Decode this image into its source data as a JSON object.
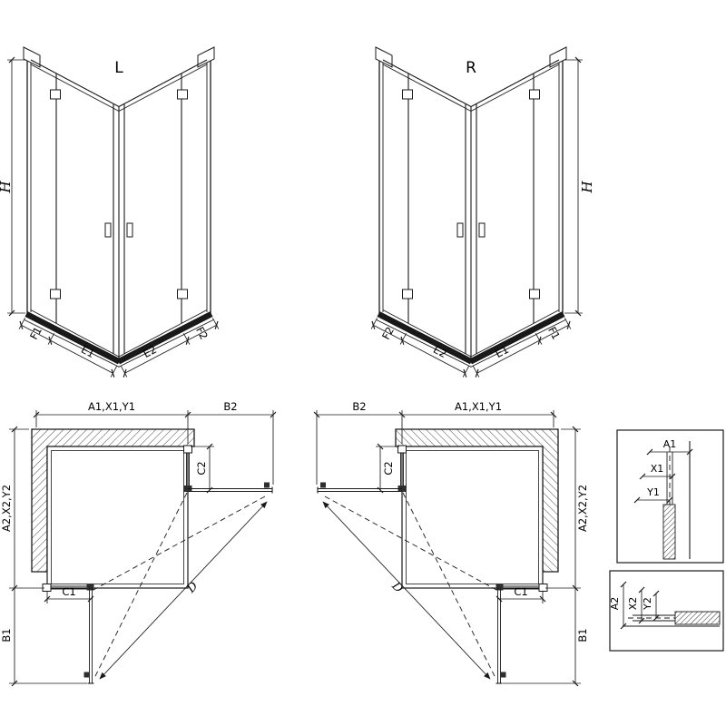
{
  "drawing": {
    "background": "#ffffff",
    "line_color": "#1a1a1a"
  },
  "views_3d": {
    "left": {
      "title": "L",
      "height_dim": "H",
      "bottom_dims": [
        "F1",
        "E1",
        "E2",
        "F2"
      ]
    },
    "right": {
      "title": "R",
      "height_dim": "H",
      "bottom_dims": [
        "F2",
        "E2",
        "E1",
        "F1"
      ]
    }
  },
  "plans": {
    "left": {
      "top_width": "A1,X1,Y1",
      "door_projection_top": "B2",
      "fixed_side": "C2",
      "side_depth": "A2,X2,Y2",
      "fixed_bottom": "C1",
      "door_projection_bottom": "B1",
      "entry_diagonal": "D"
    },
    "right": {
      "top_width": "A1,X1,Y1",
      "door_projection_top": "B2",
      "fixed_side": "C2",
      "side_depth": "A2,X2,Y2",
      "fixed_bottom": "C1",
      "door_projection_bottom": "B1",
      "entry_diagonal": "D"
    }
  },
  "details": {
    "wall_profile": {
      "dims": [
        "A1",
        "X1",
        "Y1"
      ]
    },
    "floor_profile": {
      "dims": [
        "A2",
        "X2",
        "Y2"
      ]
    }
  }
}
